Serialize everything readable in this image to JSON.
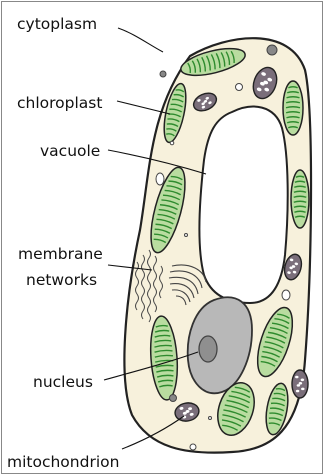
{
  "labels": {
    "cytoplasm": "cytoplasm",
    "chloroplast": "chloroplast",
    "vacuole": "vacuole",
    "membrane_line1": "membrane",
    "membrane_line2": "networks",
    "nucleus": "nucleus",
    "mitochondrion": "mitochondrion"
  },
  "colors": {
    "cytoplasm_fill": "#f7f1dc",
    "vacuole_fill": "#ffffff",
    "chloroplast_fill": "#b9dca0",
    "chloroplast_thylakoid": "#2e8b2e",
    "nucleus_fill": "#b8b8b8",
    "nucleolus_fill": "#8f8f8f",
    "mitochondrion_fill": "#7a6e7a",
    "outline": "#222222"
  }
}
